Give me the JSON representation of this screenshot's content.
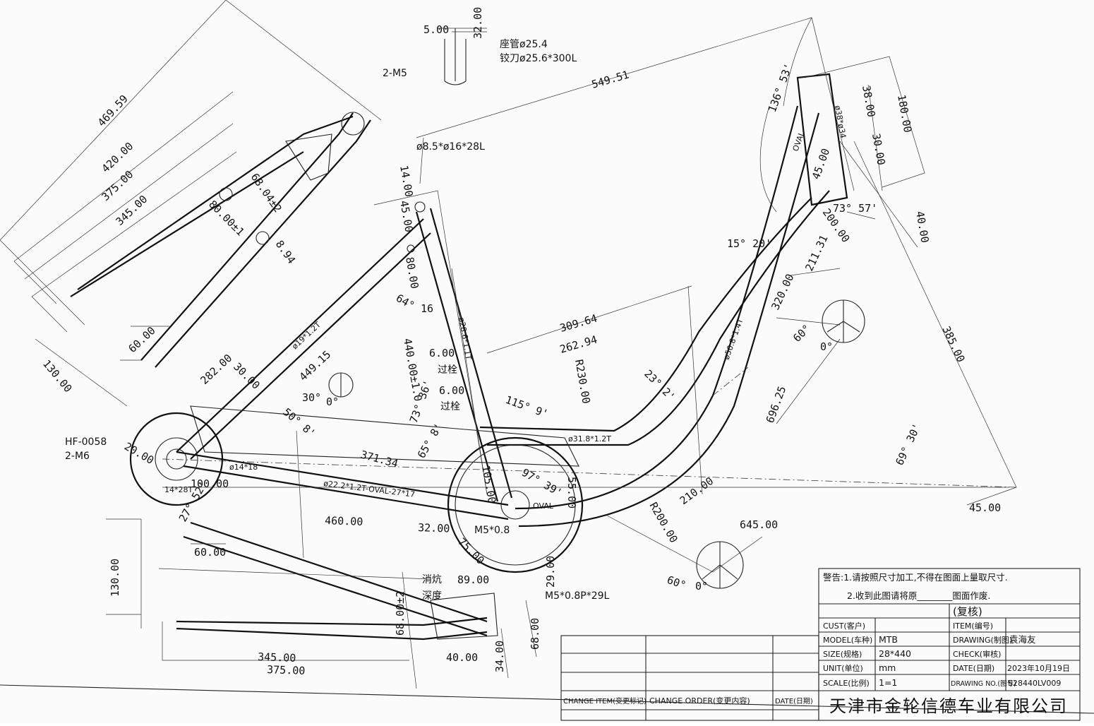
{
  "notes": {
    "seat_post": "座管ø25.4",
    "reamer": "铰刀ø25.6*300L",
    "bolt_top": "2-M5",
    "hf_part": "HF-0058",
    "bolt_rear": "2-M6",
    "pin_hole": "ø8.5*ø16*28L",
    "pin1": "过栓",
    "pin2": "过栓",
    "dim_6a": "6.00",
    "dim_6b": "6.00",
    "oval_top": "OVAL",
    "oval_bb": "OVAL",
    "bb_thread": "M5*0.8",
    "bb_thread_long": "M5*0.8P*29L",
    "flatten": "消炕",
    "depth": "深度",
    "seatstay_tube": "ø19*1.2T",
    "toptube_tube": "ø50.8*1.4T",
    "downtube_tube": "ø31.8*1.2T",
    "chainstay_tube": "ø22.2*1.2T-OVAL-27*17",
    "seattube_tube": "ø28.6*1.1T",
    "headtube_spec": "ø38*ø34",
    "dropout_small": "14*28T",
    "chainstay_ovalt": "ø14*18"
  },
  "dimensions": {
    "d469": "469.59",
    "d420": "420.00",
    "d375a": "375.00",
    "d345a": "345.00",
    "d130a": "130.00",
    "d60a": "60.00",
    "d282": "282.00",
    "d30": "30.00",
    "d449": "449.15",
    "d68_04": "68.04±2",
    "d80": "80.00±1",
    "d8_94": "8.94",
    "d14": "14.00",
    "d45a": "45.00",
    "d80b": "80.00",
    "d16": "16",
    "d440": "440.00±1.0",
    "d549": "549.51",
    "d309": "309.64",
    "d262": "262.94",
    "dR230": "R230.00",
    "d371": "371.34",
    "d105": "105.00",
    "d460": "460.00",
    "d32": "32.00",
    "d100": "100.00",
    "d20": "20.00",
    "d130b": "130.00",
    "d60b": "60.00",
    "d345b": "345.00",
    "d375b": "375.00",
    "d68b": "68.00±2",
    "d89": "89.00",
    "d40": "40.00",
    "d34": "34.00",
    "d68c": "68.00",
    "d29": "29.00",
    "d55": "55.00",
    "d75": "75.00",
    "dR200": "R200.00",
    "d645": "645.00",
    "d210": "210.00",
    "d696": "696.25",
    "d385": "385.00",
    "d45b": "45.00",
    "d320": "320.00",
    "d211": "211.31",
    "d200": "200.00",
    "d180": "180.00",
    "d38": "38.00",
    "d30b": "30.00",
    "d40b": "40.00",
    "d45c": "45.00",
    "d5": "5.00",
    "d32b": "32.00"
  },
  "angles": {
    "a136": "136° 53'",
    "a15": "15° 20'",
    "a60a": "60°",
    "a0a": "0°",
    "a73": "73° 57'",
    "a69": "69° 30'",
    "a23": "23° 2'",
    "a115": "115° 9'",
    "a73b": "73° 36'",
    "a65": "65° 8'",
    "a97": "97° 39'",
    "a50": "50° 8'",
    "a30": "30°",
    "a0b": "0°",
    "a27": "27° 52'",
    "a64": "64°",
    "a60b": "60°",
    "a0c": "0°"
  },
  "title_block": {
    "warning_1": "警告:1.请按照尺寸加工,不得在图面上量取尺寸.",
    "warning_2": "2.收到此图请将原________图面作废.",
    "review": "(复核)",
    "cust_label": "CUST(客户)",
    "cust_value": "",
    "item_label": "ITEM(编号)",
    "item_value": "",
    "model_label": "MODEL(车种)",
    "model_value": "MTB",
    "drawing_label": "DRAWING(制图)",
    "drawing_value": "袁海友",
    "size_label": "SIZE(规格)",
    "size_value": "28*440",
    "check_label": "CHECK(审核)",
    "check_value": "",
    "unit_label": "UNIT(单位)",
    "unit_value": "mm",
    "date_label": "DATE(日期)",
    "date_value": "2023年10月19日",
    "scale_label": "SCALE(比例)",
    "scale_value": "1=1",
    "drawno_label": "DRAWING NO.(图号)",
    "drawno_value": "S28440LV009",
    "change_item": "CHANGE ITEM(变更标记)",
    "change_order": "CHANGE ORDER(变更内容)",
    "change_date": "DATE(日期)",
    "company": "天津市金轮信德车业有限公司"
  }
}
